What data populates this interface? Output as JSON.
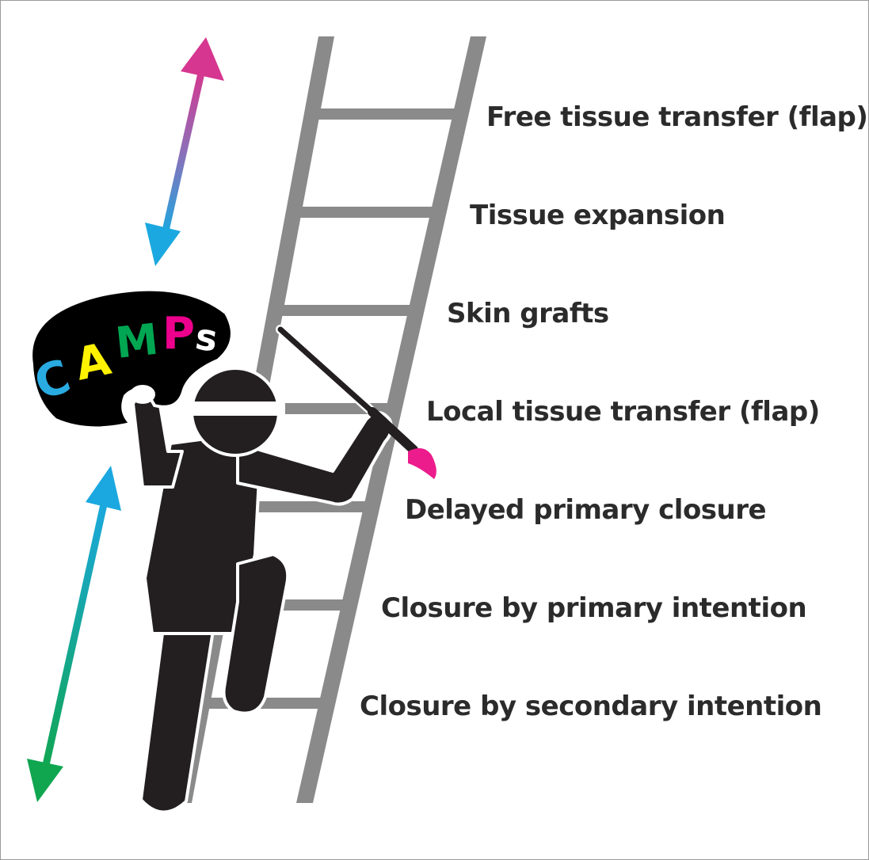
{
  "ladder": {
    "rungs": [
      {
        "label": "Free tissue transfer (flap)"
      },
      {
        "label": "Tissue expansion"
      },
      {
        "label": "Skin grafts"
      },
      {
        "label": "Local tissue transfer (flap)"
      },
      {
        "label": "Delayed primary closure"
      },
      {
        "label": "Closure by primary intention"
      },
      {
        "label": "Closure by secondary intention"
      }
    ],
    "rail_color": "#8a8a8a"
  },
  "palette": {
    "letters": [
      {
        "char": "C",
        "color": "#29abe2"
      },
      {
        "char": "A",
        "color": "#fff200"
      },
      {
        "char": "M",
        "color": "#00a651"
      },
      {
        "char": "P",
        "color": "#ec008c"
      },
      {
        "char": "s",
        "color": "#ffffff"
      }
    ]
  },
  "colors": {
    "figure": "#231f20",
    "magenta": "#d6368f",
    "cyan": "#1ba8e0",
    "green": "#10a650",
    "brush_tip": "#ec1c8c"
  }
}
